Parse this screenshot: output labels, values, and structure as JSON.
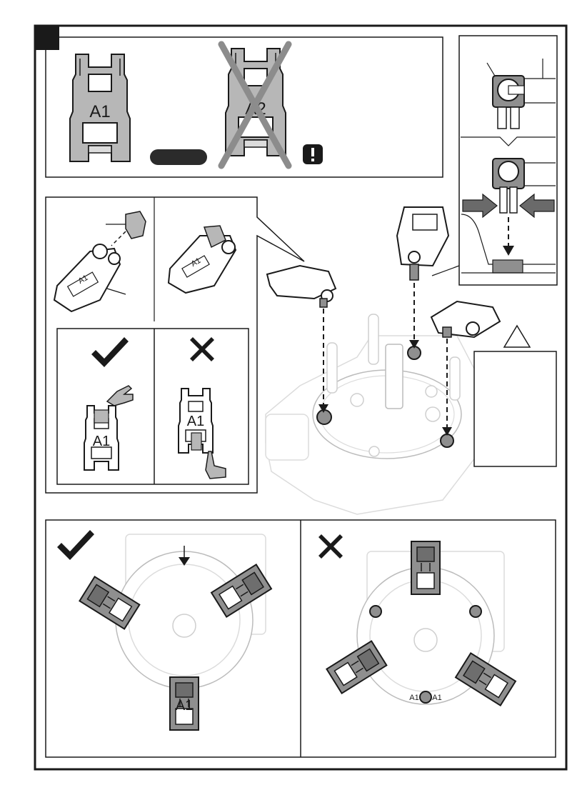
{
  "step": {
    "number": ""
  },
  "parts": {
    "correct_label": "A1",
    "wrong_label": "A2",
    "small_label": "A1"
  },
  "icons": {
    "check": "check-icon",
    "cross": "cross-icon",
    "warning": "exclamation-icon",
    "hazard": "warning-triangle-icon"
  },
  "colors": {
    "outline": "#1a1a1a",
    "part_gray": "#b7b7b7",
    "dark_fill": "#2b2b2b",
    "cross_gray": "#8c8c8c",
    "light_gray": "#e6e6e6"
  }
}
